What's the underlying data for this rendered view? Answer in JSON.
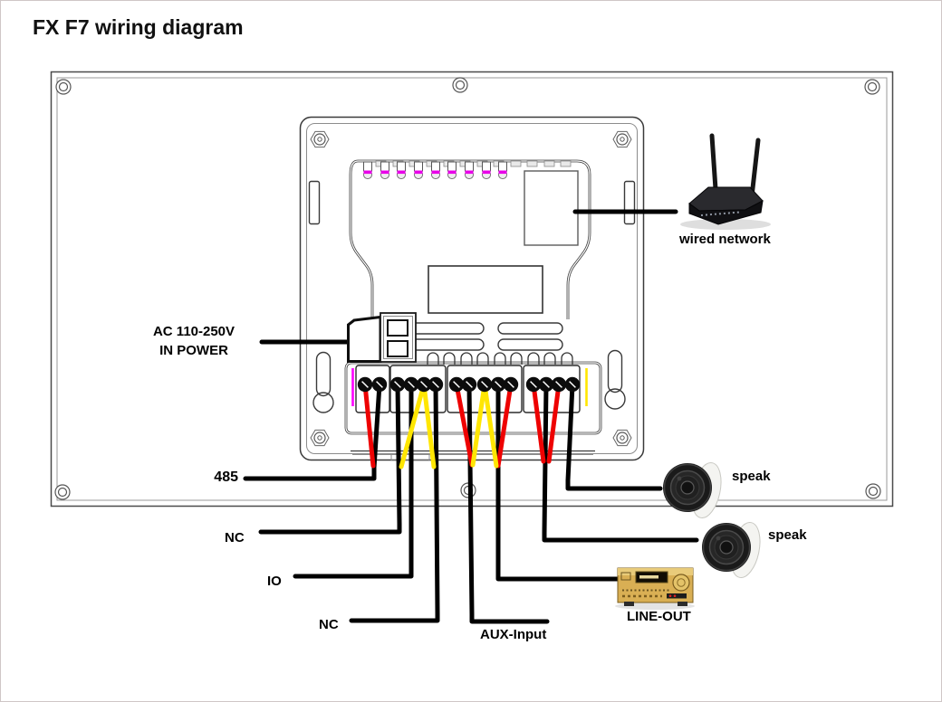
{
  "title": "FX F7 wiring diagram",
  "device": {
    "power_label_line1": "AC 110-250V",
    "power_label_line2": "IN POWER"
  },
  "connections": {
    "network": {
      "label": "wired network"
    },
    "rs485": {
      "label": "485"
    },
    "nc1": {
      "label": "NC"
    },
    "io": {
      "label": "IO"
    },
    "nc2": {
      "label": "NC"
    },
    "aux": {
      "label": "AUX-Input"
    },
    "line_out": {
      "label": "LINE-OUT"
    },
    "speaker1": {
      "label": "speak"
    },
    "speaker2": {
      "label": "speak"
    }
  },
  "icons": {
    "router": "wifi-router-icon",
    "speaker": "ceiling-speaker-icon",
    "amplifier": "stereo-amplifier-icon"
  },
  "colors": {
    "wire_red": "#ee0202",
    "wire_yellow": "#ffe602",
    "wire_black": "#000000",
    "terminal_strip_left": "#ff00ff",
    "terminal_strip_right": "#ffe600",
    "pin_band": "#e800e8",
    "amplifier_gold": "#d9af54"
  }
}
